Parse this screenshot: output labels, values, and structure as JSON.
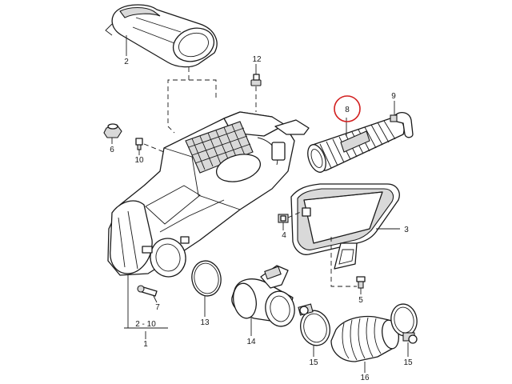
{
  "callouts": [
    {
      "id": "c2",
      "label": "2"
    },
    {
      "id": "c12",
      "label": "12"
    },
    {
      "id": "c8",
      "label": "8"
    },
    {
      "id": "c9",
      "label": "9"
    },
    {
      "id": "c6",
      "label": "6"
    },
    {
      "id": "c10",
      "label": "10"
    },
    {
      "id": "c3",
      "label": "3"
    },
    {
      "id": "c4",
      "label": "4"
    },
    {
      "id": "c5",
      "label": "5"
    },
    {
      "id": "c7",
      "label": "7"
    },
    {
      "id": "c13",
      "label": "13"
    },
    {
      "id": "c14",
      "label": "14"
    },
    {
      "id": "c15a",
      "label": "15"
    },
    {
      "id": "c15b",
      "label": "15"
    },
    {
      "id": "c16",
      "label": "16"
    },
    {
      "id": "c1",
      "label": "1"
    }
  ],
  "group_label": "2 - 10",
  "highlight": {
    "target": "8",
    "color": "#d21f1f"
  },
  "colors": {
    "line": "#1a1a1a",
    "shade": "#d9d9d9",
    "background": "#ffffff"
  }
}
